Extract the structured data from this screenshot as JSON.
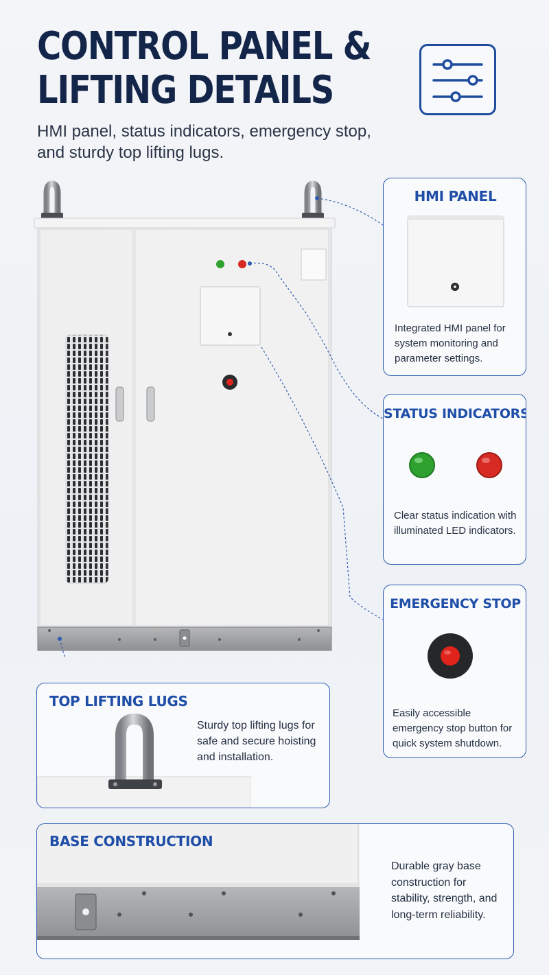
{
  "header": {
    "title_line1": "CONTROL PANEL &",
    "title_line2": "LIFTING DETAILS",
    "subtitle": "HMI panel, status indicators, emergency stop, and sturdy top lifting lugs."
  },
  "header_icon": "sliders-icon",
  "cards": {
    "hmi": {
      "title": "HMI PANEL",
      "text": "Integrated HMI panel for system monitoring and parameter settings."
    },
    "status": {
      "title": "STATUS INDICATORS",
      "text": "Clear status indication with illuminated LED indicators."
    },
    "estop": {
      "title": "EMERGENCY STOP",
      "text": "Easily accessible emergency stop button for quick system shutdown."
    },
    "lugs": {
      "title": "TOP LIFTING LUGS",
      "text": "Sturdy top lifting lugs for safe and secure hoisting and installation."
    },
    "base": {
      "title": "BASE CONSTRUCTION",
      "text": "Durable gray base construction for stability, strength, and long-term reliability."
    }
  },
  "colors": {
    "accent": "#1f4ea8",
    "title": "#14254a",
    "indicator_green": "#2ea12f",
    "indicator_red": "#d62a22",
    "estop_red": "#e0241c",
    "cabinet": "#eeeeee",
    "base": "#9a9c9e"
  }
}
